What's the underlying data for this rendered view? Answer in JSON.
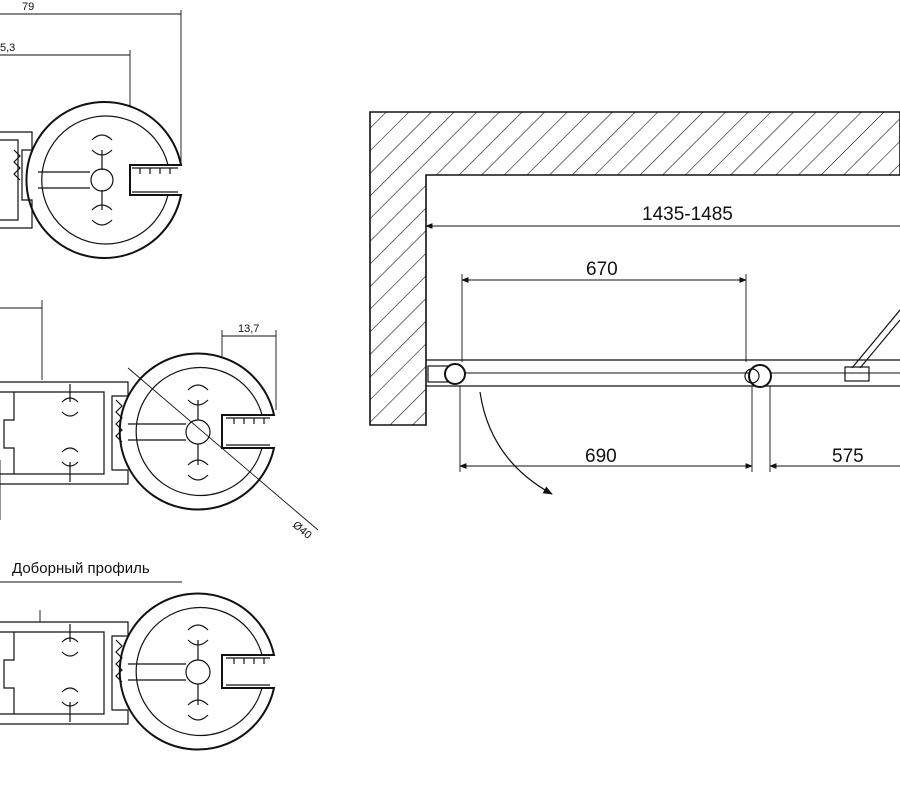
{
  "profiles": {
    "profile_top": {
      "dim_width": "79",
      "dim_offset": "5,3"
    },
    "profile_middle": {
      "dim_slot": "13,7",
      "dim_diameter": "Ø40"
    },
    "profile_bottom": {
      "caption": "Доборный профиль"
    }
  },
  "plan": {
    "dim_total": "1435-1485",
    "dim_upper": "670",
    "dim_lower_left": "690",
    "dim_lower_right": "575"
  },
  "colors": {
    "line": "#111111",
    "background": "#ffffff"
  }
}
